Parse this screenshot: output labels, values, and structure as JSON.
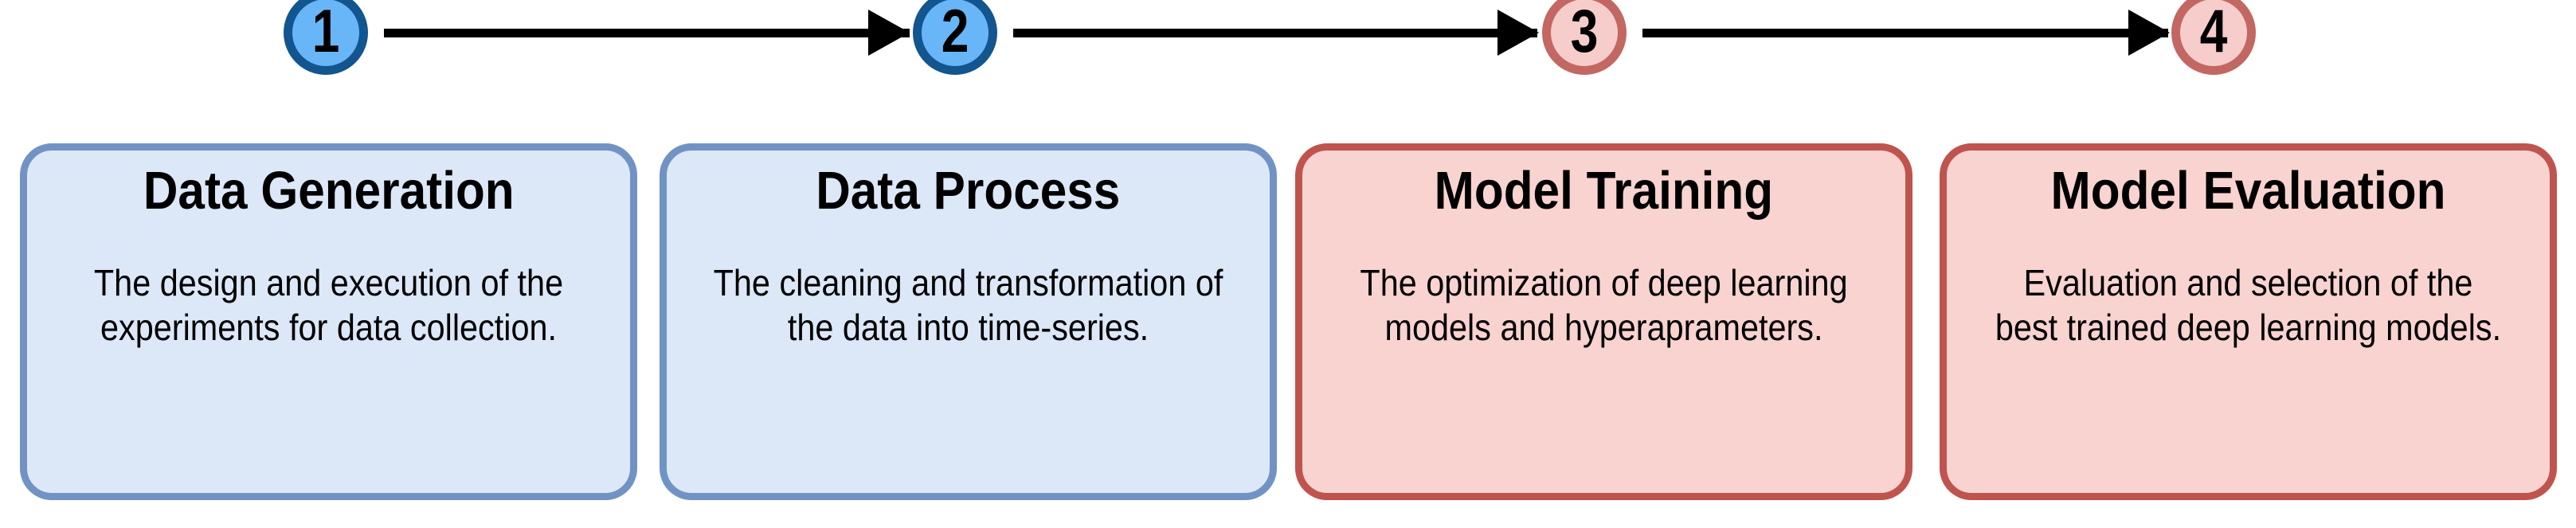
{
  "diagram": {
    "type": "horizontal-pipeline-flowchart",
    "orientation": "left-to-right",
    "step_count": 4,
    "colors": {
      "blue_node_ring": "#12558f",
      "blue_node_fill": "#68b6f7",
      "red_node_ring": "#c36762",
      "red_node_fill": "#f6cdca",
      "blue_box_border": "#7193c4",
      "blue_box_fill": "#dce8f7",
      "red_box_border": "#bf544f",
      "red_box_fill": "#f8d3d0",
      "arrow": "#000000",
      "text": "#000000",
      "background": "#ffffff"
    },
    "steps": [
      {
        "number": "1",
        "title": "Data Generation",
        "description": "The design and execution of the experiments for data collection.",
        "theme": "blue"
      },
      {
        "number": "2",
        "title": "Data Process",
        "description": "The cleaning and transformation of the data into time-series.",
        "theme": "blue"
      },
      {
        "number": "3",
        "title": "Model Training",
        "description": "The optimization of deep learning models and hyperaprameters.",
        "theme": "red"
      },
      {
        "number": "4",
        "title": "Model Evaluation",
        "description": "Evaluation and selection of the best trained deep learning models.",
        "theme": "red"
      }
    ],
    "connectors": [
      {
        "from": "1",
        "to": "2",
        "style": "solid-arrow"
      },
      {
        "from": "2",
        "to": "3",
        "style": "solid-arrow"
      },
      {
        "from": "3",
        "to": "4",
        "style": "solid-arrow"
      }
    ]
  }
}
